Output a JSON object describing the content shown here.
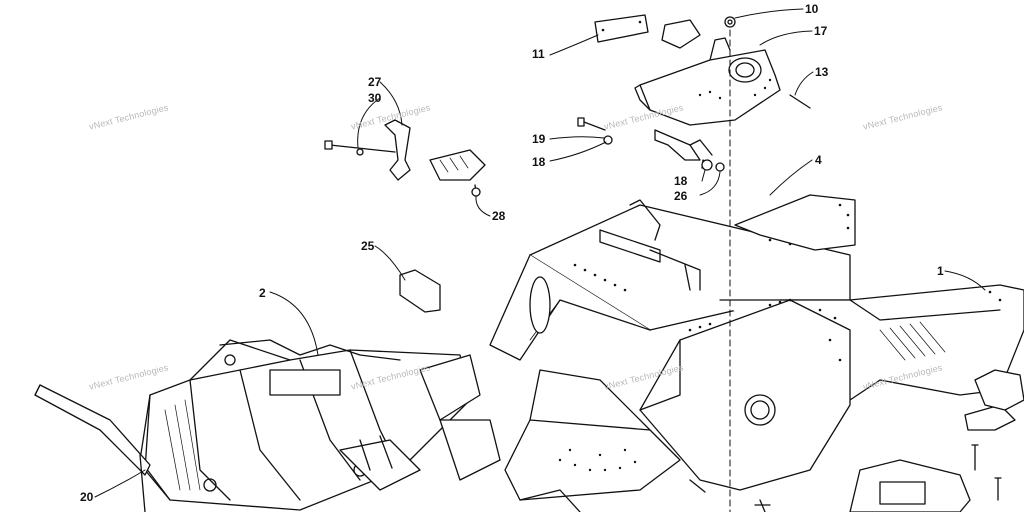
{
  "diagram": {
    "callouts": [
      {
        "id": "10",
        "label": "10"
      },
      {
        "id": "17",
        "label": "17"
      },
      {
        "id": "11",
        "label": "11"
      },
      {
        "id": "13",
        "label": "13"
      },
      {
        "id": "27",
        "label": "27"
      },
      {
        "id": "30",
        "label": "30"
      },
      {
        "id": "19",
        "label": "19"
      },
      {
        "id": "18a",
        "label": "18"
      },
      {
        "id": "18b",
        "label": "18"
      },
      {
        "id": "26",
        "label": "26"
      },
      {
        "id": "4",
        "label": "4"
      },
      {
        "id": "28",
        "label": "28"
      },
      {
        "id": "25",
        "label": "25"
      },
      {
        "id": "1",
        "label": "1"
      },
      {
        "id": "2",
        "label": "2"
      },
      {
        "id": "20",
        "label": "20"
      }
    ],
    "watermark_text": "vNext Technologies",
    "colors": {
      "line": "#111111",
      "watermark": "#b8b8b8",
      "background": "#ffffff"
    }
  }
}
